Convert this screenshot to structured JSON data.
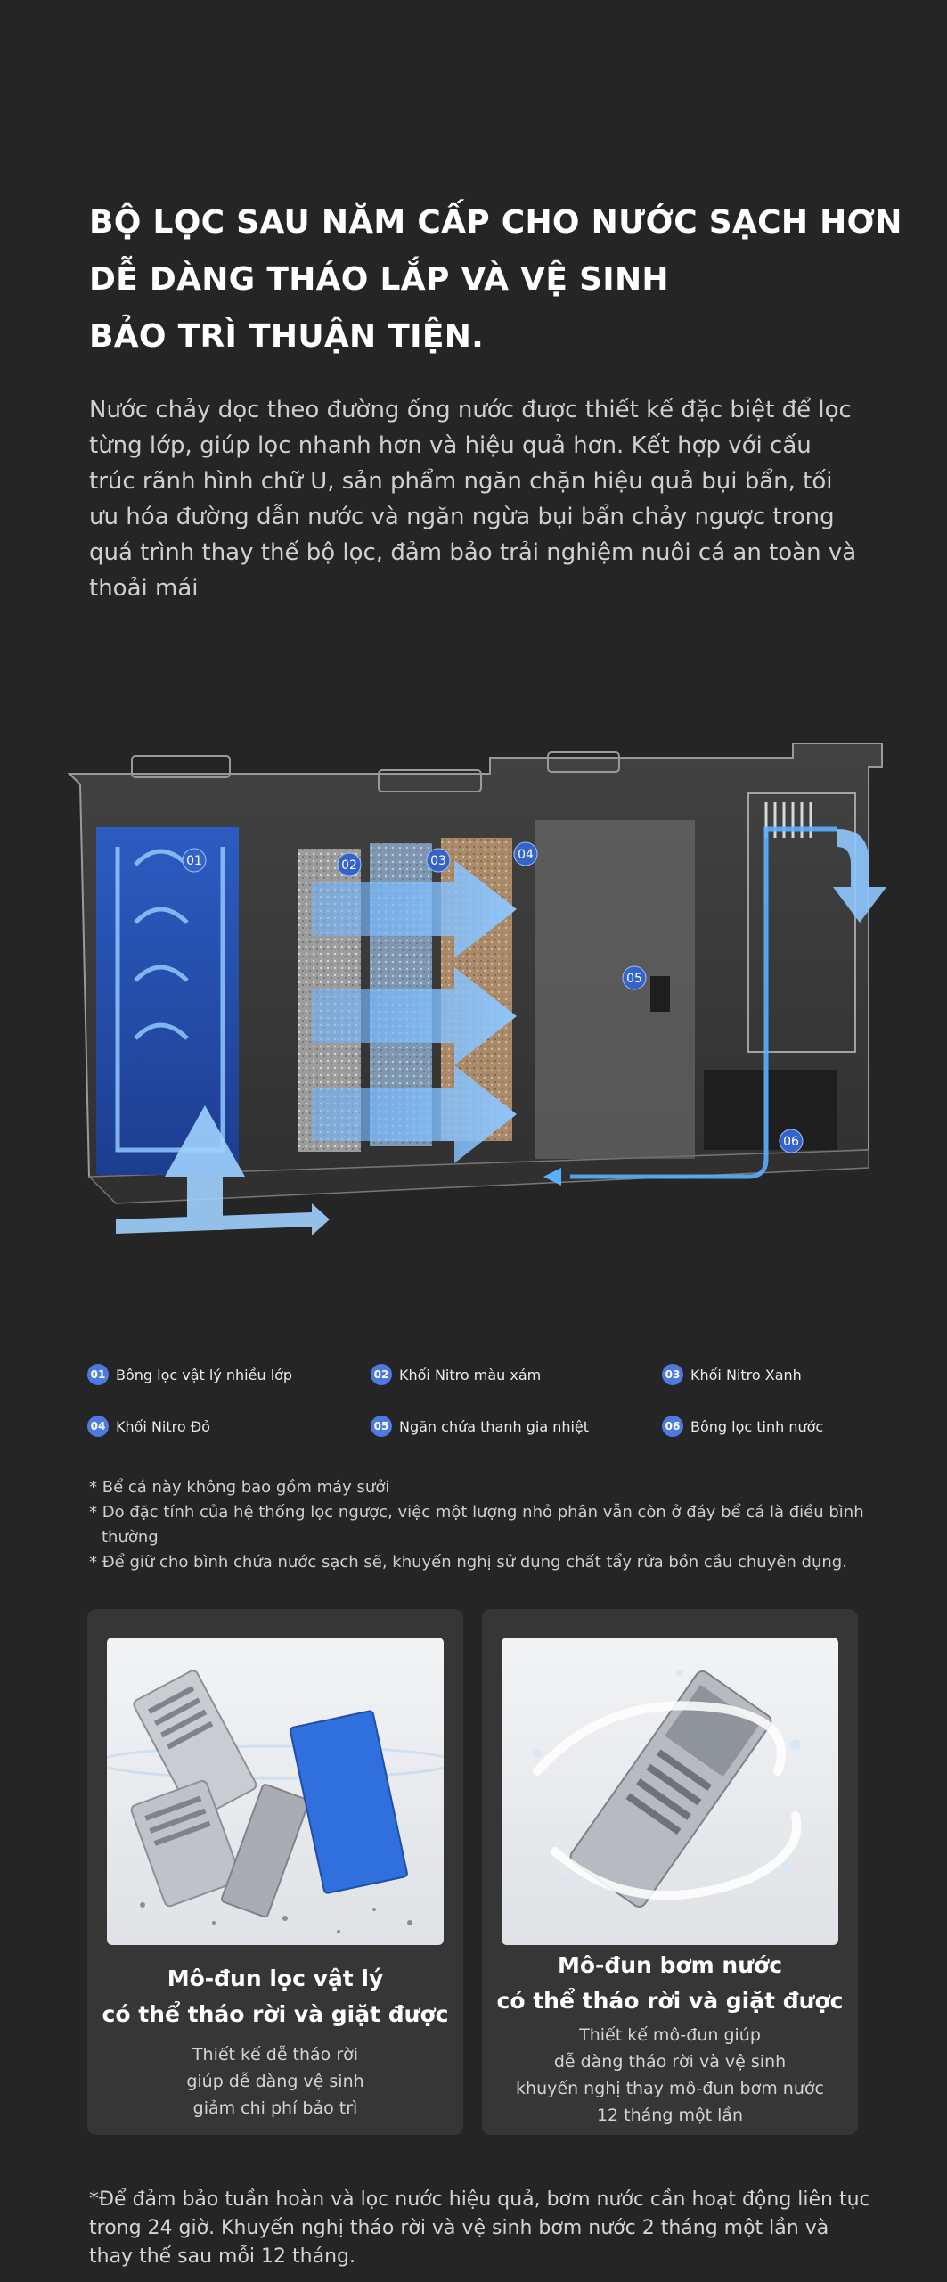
{
  "headline": {
    "line1": "BỘ LỌC SAU NĂM CẤP CHO NƯỚC SẠCH HƠN",
    "line2": "DỄ DÀNG THÁO LẮP VÀ VỆ SINH",
    "line3": "BẢO TRÌ THUẬN TIỆN."
  },
  "intro": "Nước chảy dọc theo đường ống nước được thiết kế đặc biệt để lọc từng lớp, giúp lọc nhanh hơn và hiệu quả hơn. Kết hợp với cấu trúc rãnh hình chữ U, sản phẩm ngăn chặn hiệu quả bụi bẩn, tối ưu hóa đường dẫn nước và ngăn ngừa bụi bẩn chảy ngược trong quá trình thay thế bộ lọc, đảm bảo trải nghiệm nuôi cá an toàn và thoải mái",
  "diagram": {
    "markers": [
      "01",
      "02",
      "03",
      "04",
      "05",
      "06"
    ]
  },
  "legend": [
    {
      "num": "01",
      "label": "Bông lọc vật lý nhiều lớp"
    },
    {
      "num": "02",
      "label": "Khối Nitro màu xám"
    },
    {
      "num": "03",
      "label": "Khối Nitro Xanh"
    },
    {
      "num": "04",
      "label": "Khối Nitro Đỏ"
    },
    {
      "num": "05",
      "label": "Ngăn chứa thanh gia nhiệt"
    },
    {
      "num": "06",
      "label": "Bông lọc tinh nước"
    }
  ],
  "notes": [
    "* Bể cá này không bao gồm máy sưởi",
    "* Do đặc tính của hệ thống lọc ngược, việc một lượng nhỏ phân vẫn còn ở đáy bể cá là điều bình thường",
    "* Để giữ cho bình chứa nước sạch sẽ, khuyến nghị sử dụng chất tẩy rửa bồn cầu chuyên dụng."
  ],
  "cards": [
    {
      "title1": "Mô-đun lọc vật lý",
      "title2": "có thể tháo rời và giặt được",
      "desc": [
        "Thiết kế dễ tháo rời",
        "giúp dễ dàng vệ sinh",
        "giảm chi phí bảo trì"
      ]
    },
    {
      "title1": "Mô-đun bơm nước",
      "title2": "có thể tháo rời và giặt được",
      "desc": [
        "Thiết kế mô-đun giúp",
        "dễ dàng tháo rời và vệ sinh",
        "khuyến nghị thay mô-đun bơm nước",
        "12 tháng một lần"
      ]
    }
  ],
  "footer": "*Để đảm bảo tuần hoàn và lọc nước hiệu quả, bơm nước cần hoạt động liên tục trong 24 giờ. Khuyến nghị tháo rời và vệ sinh bơm nước 2 tháng một lần và thay thế sau mỗi 12 tháng.",
  "colors": {
    "background": "#252525",
    "card": "#363636",
    "accent_blue": "#4e79e0",
    "water_blue": "#3f8de6"
  }
}
